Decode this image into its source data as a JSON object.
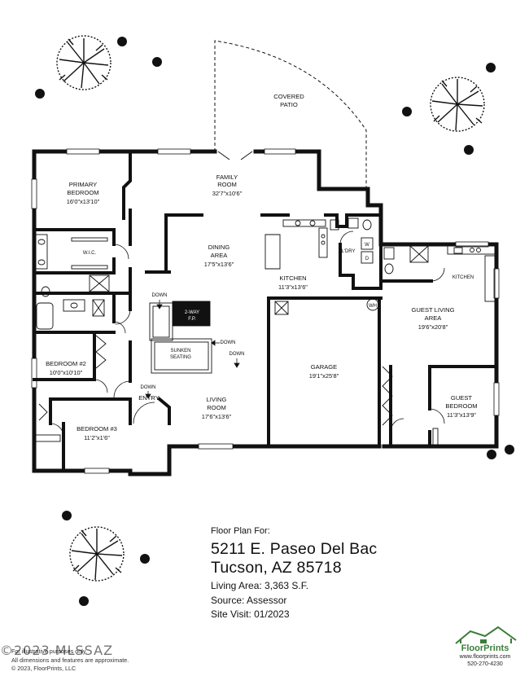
{
  "rooms": {
    "covered_patio": [
      "COVERED",
      "PATIO"
    ],
    "family_room": [
      "FAMILY",
      "ROOM",
      "32'7\"x10'6\""
    ],
    "primary_bedroom": [
      "PRIMARY",
      "BEDROOM",
      "16'0\"x13'10\""
    ],
    "wic": "W.I.C.",
    "dining_area": [
      "DINING",
      "AREA",
      "17'5\"x13'6\""
    ],
    "kitchen": [
      "KITCHEN",
      "11'3\"x13'6\""
    ],
    "laundry": "L'DRY",
    "guest_kitchen": "KITCHEN",
    "guest_living": [
      "GUEST LIVING",
      "AREA",
      "19'6\"x20'8\""
    ],
    "fireplace": [
      "2-WAY",
      "F.P."
    ],
    "sunken_seating": [
      "SUNKEN",
      "SEATING"
    ],
    "bedroom2": [
      "BEDROOM #2",
      "10'0\"x10'10\""
    ],
    "garage": [
      "GARAGE",
      "19'1\"x25'8\""
    ],
    "guest_bedroom": [
      "GUEST",
      "BEDROOM",
      "11'3\"x13'9\""
    ],
    "entry": "ENTRY",
    "living_room": [
      "LIVING",
      "ROOM",
      "17'6\"x13'6\""
    ],
    "bedroom3": [
      "BEDROOM #3",
      "11'2\"x1'6\""
    ],
    "down_labels": [
      "DOWN",
      "DOWN",
      "DOWN",
      "DOWN"
    ],
    "wh": "WH",
    "appliance_w": "W",
    "appliance_d": "D"
  },
  "info": {
    "title": "Floor Plan For:",
    "address_line1": "5211 E. Paseo Del Bac",
    "address_line2": "Tucson, AZ  85718",
    "living_area": "Living Area:  3,363 S.F.",
    "source": "Source:  Assessor",
    "site_visit": "Site Visit:  01/2023"
  },
  "disclaimer": {
    "line1": "For illustrative purposes only.",
    "line2": "All dimensions and features are approximate.",
    "line3": "© 2023, FloorPrints, LLC"
  },
  "watermark": "©2023 MLSSAZ",
  "brand": {
    "name": "FloorPrints",
    "url": "www.floorprints.com",
    "phone": "520-270-4230"
  },
  "colors": {
    "wall": "#111111",
    "brand": "#3a7d3a"
  }
}
